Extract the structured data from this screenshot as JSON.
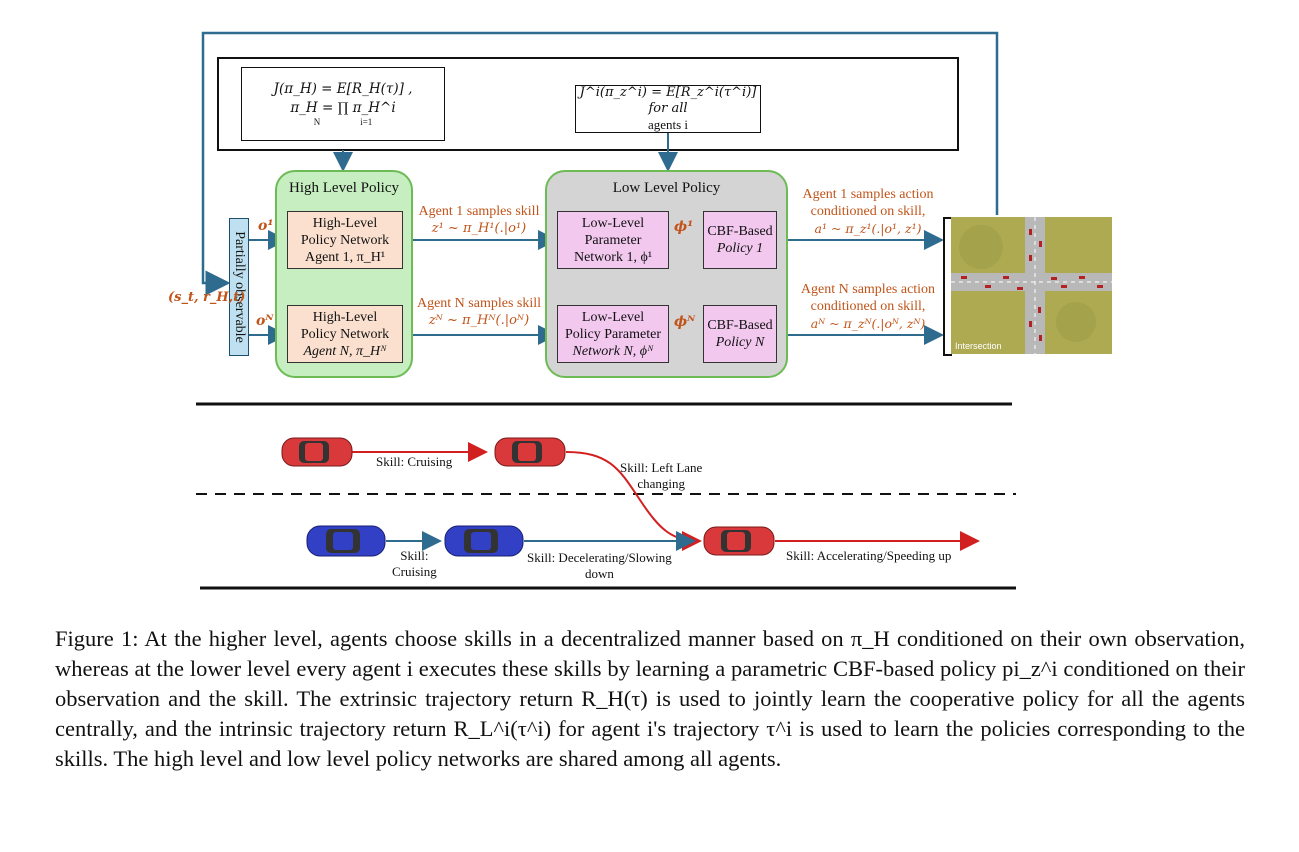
{
  "top": {
    "objective_high": {
      "line1": "J(π_H) = E[R_H(τ)] ,",
      "line2": "π_H = ∏ π_H^i",
      "prod_top": "N",
      "prod_bottom": "i=1"
    },
    "objective_low": {
      "line1": "J^i(π_z^i) = E[R_z^i(τ^i)] for all",
      "line2": "agents i"
    },
    "partially_observable": "Partially observable",
    "state_input": "(s_t, r_H,t)",
    "obs_1": "o¹",
    "obs_n": "oᴺ",
    "high_level": {
      "title": "High Level Policy",
      "net1": [
        "High-Level",
        "Policy Network",
        "Agent 1, π_H¹"
      ],
      "netN": [
        "High-Level",
        "Policy Network",
        "Agent N, π_Hᴺ"
      ]
    },
    "skill_label_1": [
      "Agent 1 samples skill",
      "z¹ ~ π_H¹(.|o¹)"
    ],
    "skill_label_n": [
      "Agent N samples skill",
      "zᴺ ~ π_Hᴺ(.|oᴺ)"
    ],
    "low_level": {
      "title": "Low Level Policy",
      "param1": [
        "Low-Level",
        "Parameter",
        "Network 1, ϕ¹"
      ],
      "paramN": [
        "Low-Level",
        "Policy Parameter",
        "Network N, ϕᴺ"
      ],
      "phi1": "ϕ¹",
      "phiN": "ϕᴺ",
      "cbf1": [
        "CBF-Based",
        "Policy 1"
      ],
      "cbfN": [
        "CBF-Based",
        "Policy N"
      ]
    },
    "action_label_1": [
      "Agent 1 samples action",
      "conditioned on skill,",
      "a¹ ~ π_z¹(.|o¹, z¹)"
    ],
    "action_label_n": [
      "Agent N samples action",
      "conditioned on skill,",
      "aᴺ ~ π_zᴺ(.|oᴺ, zᴺ)"
    ],
    "intersection_label": "Intersection"
  },
  "bottom": {
    "red_skill_1": "Skill: Cruising",
    "red_skill_2": [
      "Skill: Left Lane",
      "changing"
    ],
    "blue_skill_1": [
      "Skill:",
      "Cruising"
    ],
    "blue_skill_2": [
      "Skill: Decelerating/Slowing",
      "down"
    ],
    "red_skill_3": "Skill: Accelerating/Speeding up"
  },
  "caption": "Figure 1:  At the higher level, agents choose skills in a decentralized manner based on π_H conditioned on their own observation, whereas at the lower level every agent i executes these skills by learning a parametric CBF-based policy pi_z^i conditioned on their observation and the skill.  The extrinsic trajectory return R_H(τ) is used to jointly learn the cooperative policy for all the agents centrally, and the intrinsic trajectory return R_L^i(τ^i) for agent i's trajectory τ^i is used to learn the policies corresponding to the skills. The high level and low level policy networks are shared among all agents.",
  "colors": {
    "arrow": "#2f6a8f",
    "green_fill": "#c7eec0",
    "green_border": "#6dbb55",
    "gray_fill": "#d4d4d4",
    "gray_border": "#6dbb55",
    "peach": "#fbe0cf",
    "pink": "#f2c8ef",
    "orange_text": "#c0541a",
    "light_blue": "#bfe0f0",
    "red_car": "#d9393a",
    "blue_car": "#3240c6"
  }
}
